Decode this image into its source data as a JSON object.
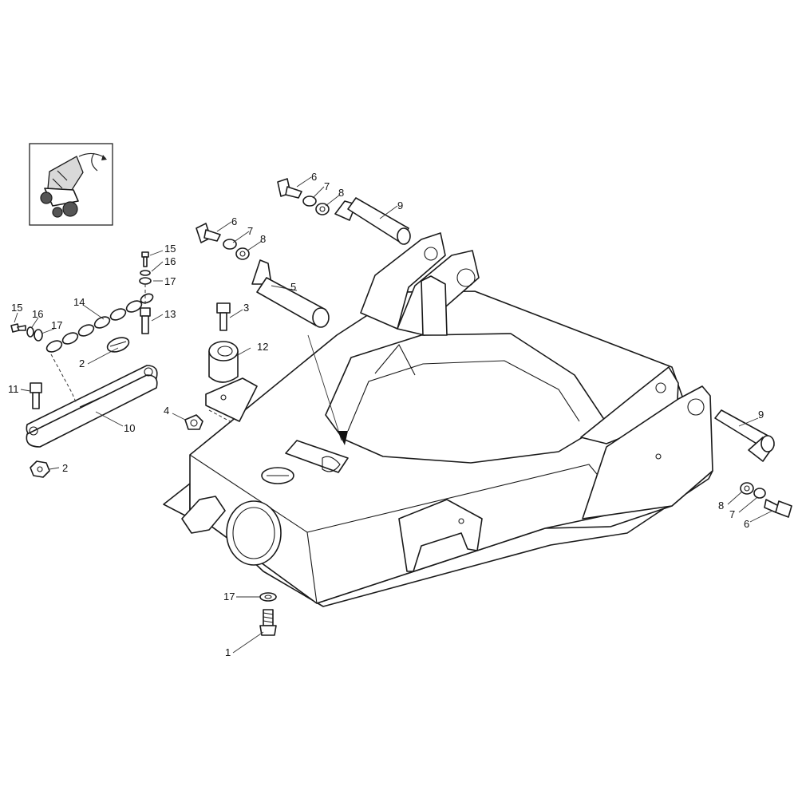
{
  "callouts": [
    {
      "n": "1"
    },
    {
      "n": "2"
    },
    {
      "n": "2"
    },
    {
      "n": "3"
    },
    {
      "n": "4"
    },
    {
      "n": "5"
    },
    {
      "n": "6"
    },
    {
      "n": "6"
    },
    {
      "n": "6"
    },
    {
      "n": "7"
    },
    {
      "n": "7"
    },
    {
      "n": "7"
    },
    {
      "n": "8"
    },
    {
      "n": "8"
    },
    {
      "n": "8"
    },
    {
      "n": "9"
    },
    {
      "n": "9"
    },
    {
      "n": "10"
    },
    {
      "n": "11"
    },
    {
      "n": "12"
    },
    {
      "n": "13"
    },
    {
      "n": "14"
    },
    {
      "n": "15"
    },
    {
      "n": "15"
    },
    {
      "n": "16"
    },
    {
      "n": "16"
    },
    {
      "n": "17"
    },
    {
      "n": "17"
    },
    {
      "n": "17"
    }
  ],
  "icons": {
    "thumbnail": "machine-location-thumbnail-icon",
    "rotation": "rotation-arrow-icon"
  }
}
